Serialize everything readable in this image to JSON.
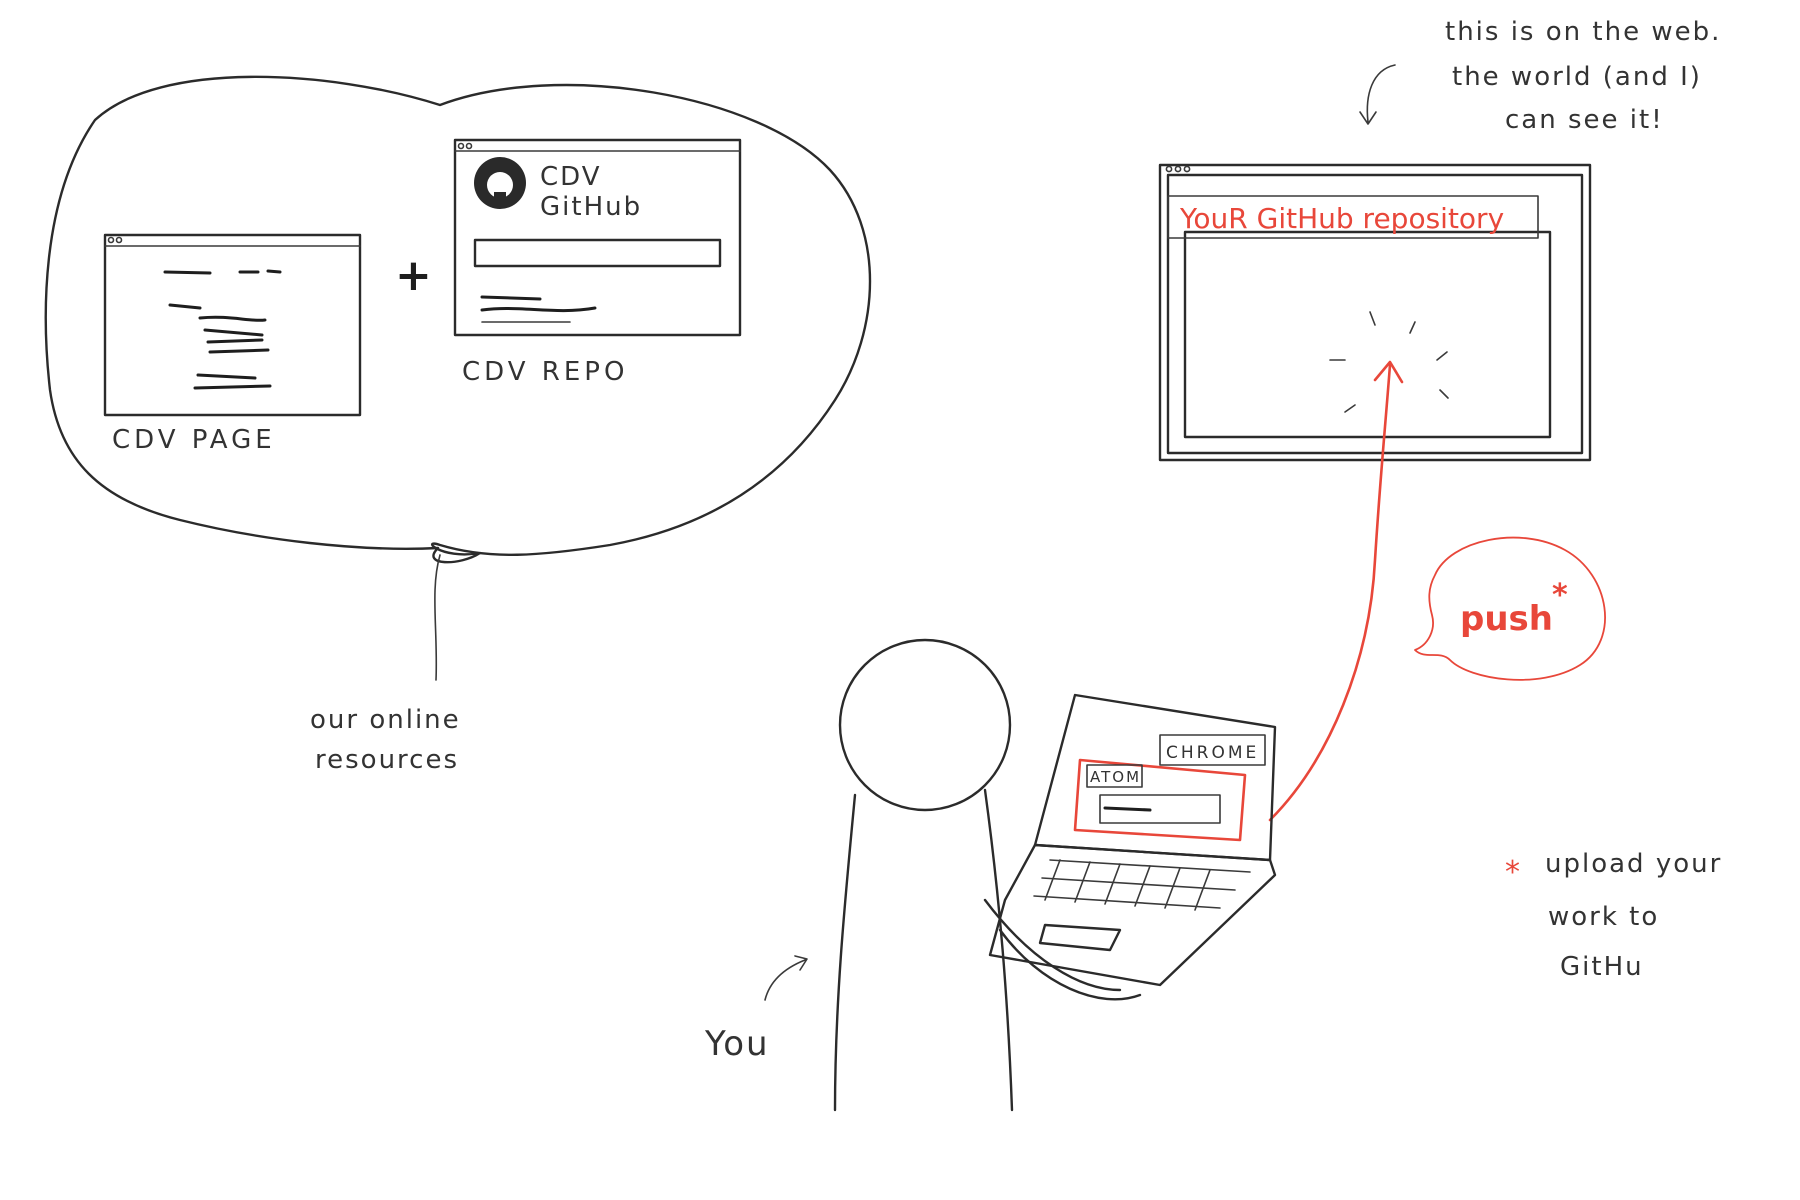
{
  "colors": {
    "pencil": "#2b2b2b",
    "accent": "#e8473a",
    "background": "#ffffff"
  },
  "thought_bubble": {
    "cdv_page_label": "CDV PAGE",
    "cdv_repo_label": "CDV REPO",
    "plus": "+",
    "repo_window": {
      "title_line1": "CDV",
      "title_line2": "GitHub",
      "logo_icon": "github-octocat-icon"
    },
    "caption_line1": "our online",
    "caption_line2": "resources"
  },
  "web_note": {
    "line1": "this is on the web.",
    "line2": "the world (and I)",
    "line3": "can see it!"
  },
  "repo_browser": {
    "title": "YouR GitHub repository"
  },
  "laptop": {
    "chrome_label": "CHROME",
    "atom_label": "ATOM"
  },
  "push_bubble": {
    "label": "push",
    "asterisk": "*"
  },
  "footnote": {
    "asterisk": "*",
    "line1": "upload your",
    "line2": "work to",
    "line3": "GitHu"
  },
  "person": {
    "label": "You"
  }
}
